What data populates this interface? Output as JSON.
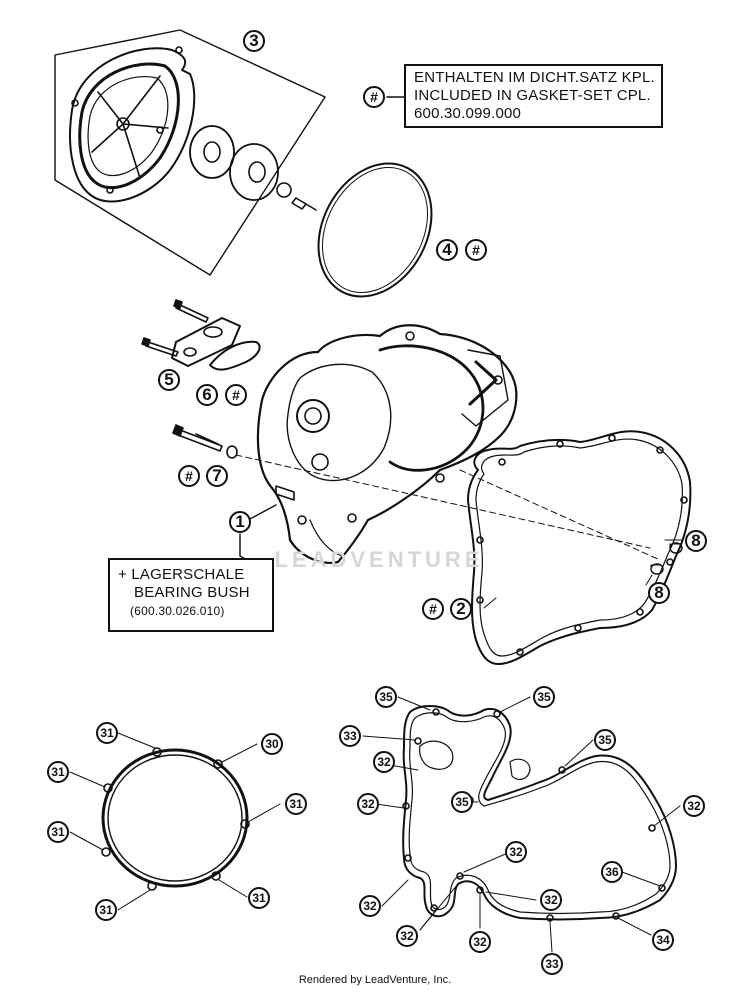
{
  "gasket_note": {
    "marker": "#",
    "line1": "ENTHALTEN IM DICHT.SATZ KPL.",
    "line2": "INCLUDED IN GASKET-SET CPL.",
    "line3": "600.30.099.000"
  },
  "bearing_note": {
    "line1": "+ LAGERSCHALE",
    "line2": "BEARING BUSH",
    "line3": "(600.30.026.010)"
  },
  "callouts": {
    "c1": "1",
    "c2": "2",
    "c3": "3",
    "c4": "4",
    "c5": "5",
    "c6": "6",
    "c7": "7",
    "c8a": "8",
    "c8b": "8",
    "hash": "#"
  },
  "lower_callouts": {
    "clutch": [
      "31",
      "30",
      "31",
      "31",
      "31",
      "31",
      "31"
    ],
    "ignition": [
      "35",
      "35",
      "33",
      "32",
      "35",
      "35",
      "32",
      "32",
      "32",
      "36",
      "32",
      "32",
      "32",
      "32",
      "33",
      "34"
    ]
  },
  "watermark": "LEADVENTURE",
  "footer": "Rendered by LeadVenture, Inc."
}
